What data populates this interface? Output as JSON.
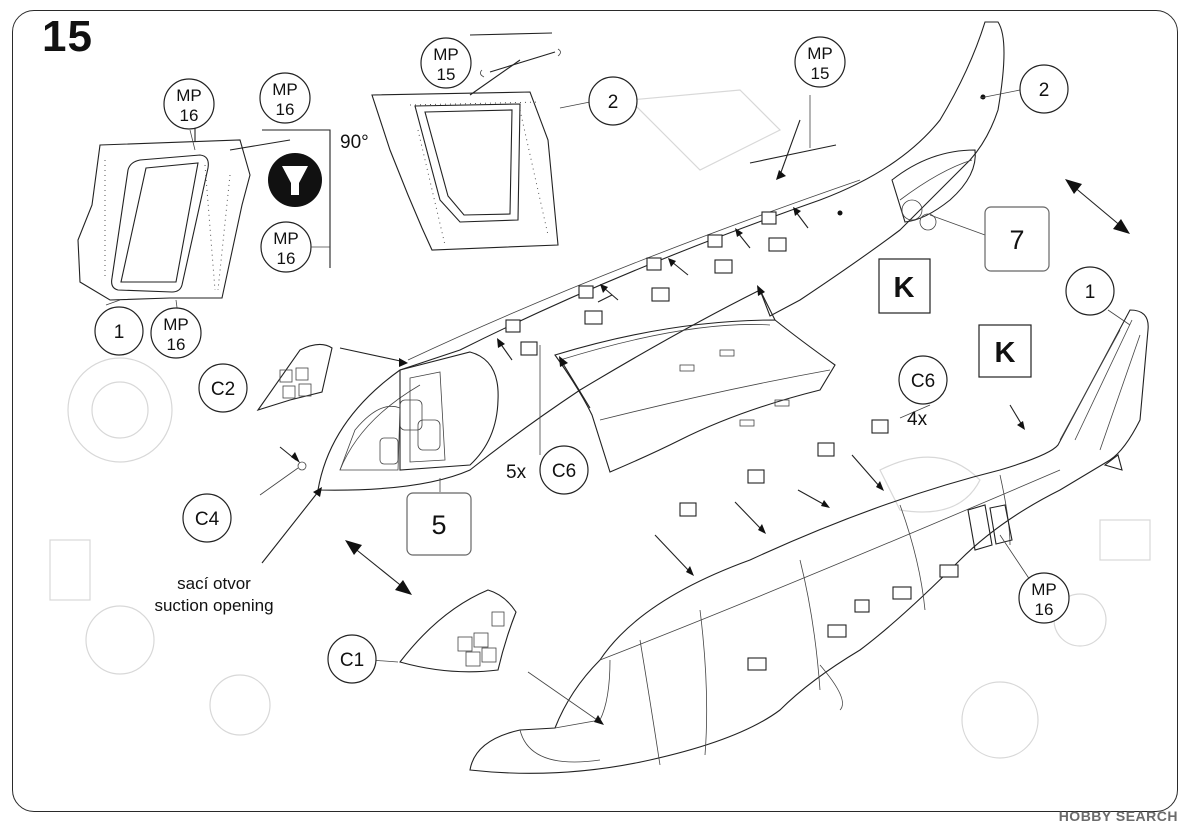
{
  "step_number": "15",
  "callouts": {
    "mp16_top_left": [
      "MP",
      "16"
    ],
    "mp16_top_mid": [
      "MP",
      "16"
    ],
    "mp16_side": [
      "MP",
      "16"
    ],
    "mp16_below": [
      "MP",
      "16"
    ],
    "mp15_top": [
      "MP",
      "15"
    ],
    "mp15_fuselage": [
      "MP",
      "15"
    ],
    "mp16_fuselage": [
      "MP",
      "16"
    ],
    "part_1_left": "1",
    "part_2_top": "2",
    "part_2_tail": "2",
    "part_1_tail": "1",
    "part_c2": "C2",
    "part_c4": "C4",
    "part_c6_left": "C6",
    "part_c6_right": "C6",
    "part_c1": "C1"
  },
  "angle_label": "90°",
  "boxes": {
    "step_5": "5",
    "step_7": "7",
    "k_upper": "K",
    "k_lower": "K"
  },
  "quantities": {
    "c6_left": "5x",
    "c6_right": "4x"
  },
  "notes": {
    "czech": "sací otvor",
    "english": "suction opening"
  },
  "watermark": "HOBBY SEARCH",
  "icon_glue": "glue-icon"
}
